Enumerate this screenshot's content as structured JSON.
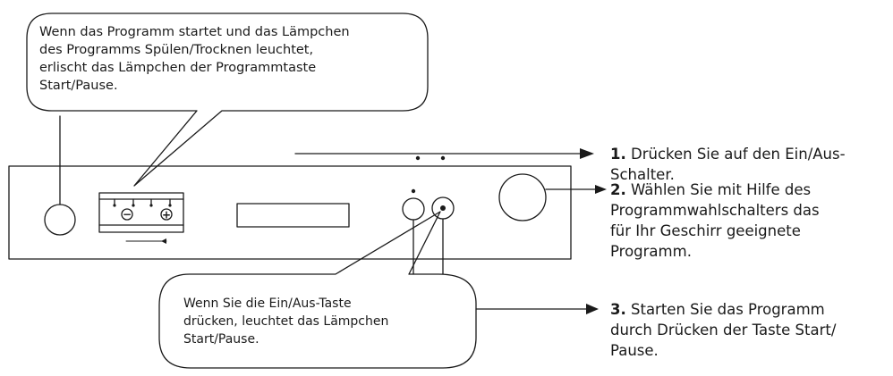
{
  "callouts": {
    "top": {
      "lines": [
        "Wenn das Programm startet und das Lämpchen",
        "des Programms Spülen/Trocknen leuchtet,",
        "erlischt das Lämpchen der Programmtaste",
        "Start/Pause."
      ]
    },
    "bottom": {
      "lines": [
        "Wenn Sie die Ein/Aus-Taste",
        "drücken, leuchtet das Lämpchen",
        "Start/Pause."
      ]
    }
  },
  "steps": [
    {
      "number": "1.",
      "lines": [
        " Drücken Sie auf den Ein/Aus-",
        "Schalter."
      ]
    },
    {
      "number": "2.",
      "lines": [
        " Wählen Sie mit Hilfe des",
        "Programmwahlschalters das",
        "für Ihr Geschirr geeignete",
        "Programm."
      ]
    },
    {
      "number": "3.",
      "lines": [
        " Starten Sie das Programm",
        "durch Drücken der Taste Start/",
        "Pause."
      ]
    }
  ],
  "panel": {
    "minus_symbol": "−",
    "plus_symbol": "+"
  },
  "colors": {
    "line": "#1a1a1a",
    "background": "#ffffff"
  }
}
